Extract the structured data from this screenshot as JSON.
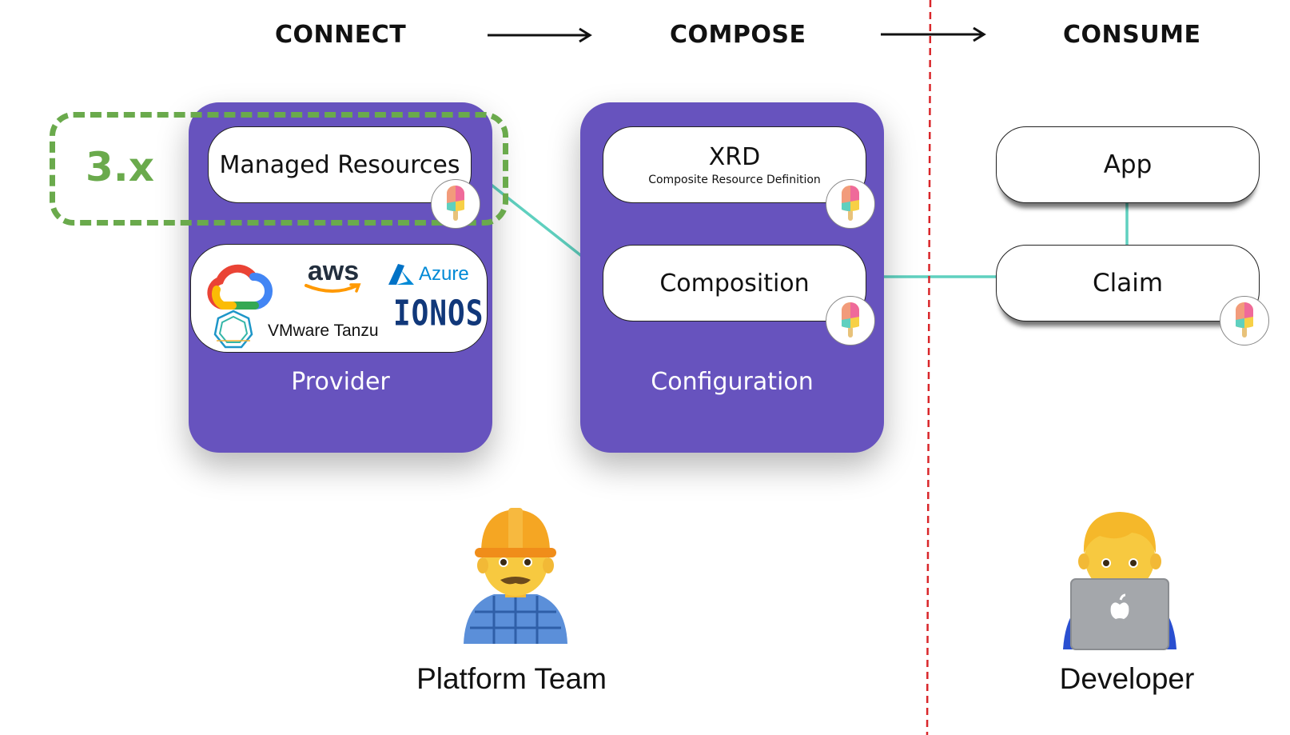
{
  "stages": {
    "connect": "CONNECT",
    "compose": "COMPOSE",
    "consume": "CONSUME"
  },
  "provider_panel": {
    "managed_resources": "Managed Resources",
    "label": "Provider",
    "logos": {
      "aws": "aws",
      "azure": "Azure",
      "vmware": "VMware Tanzu",
      "ionos": "IONOS"
    }
  },
  "version_callout": "3.x",
  "configuration_panel": {
    "xrd_title": "XRD",
    "xrd_subtitle": "Composite Resource Definition",
    "composition": "Composition",
    "label": "Configuration"
  },
  "consume_column": {
    "app": "App",
    "claim": "Claim"
  },
  "people": {
    "platform_team": "Platform Team",
    "developer": "Developer"
  },
  "colors": {
    "panel": "#6753be",
    "connector": "#5fd0bf",
    "callout": "#6aaa4c",
    "divider": "#d9262a"
  }
}
